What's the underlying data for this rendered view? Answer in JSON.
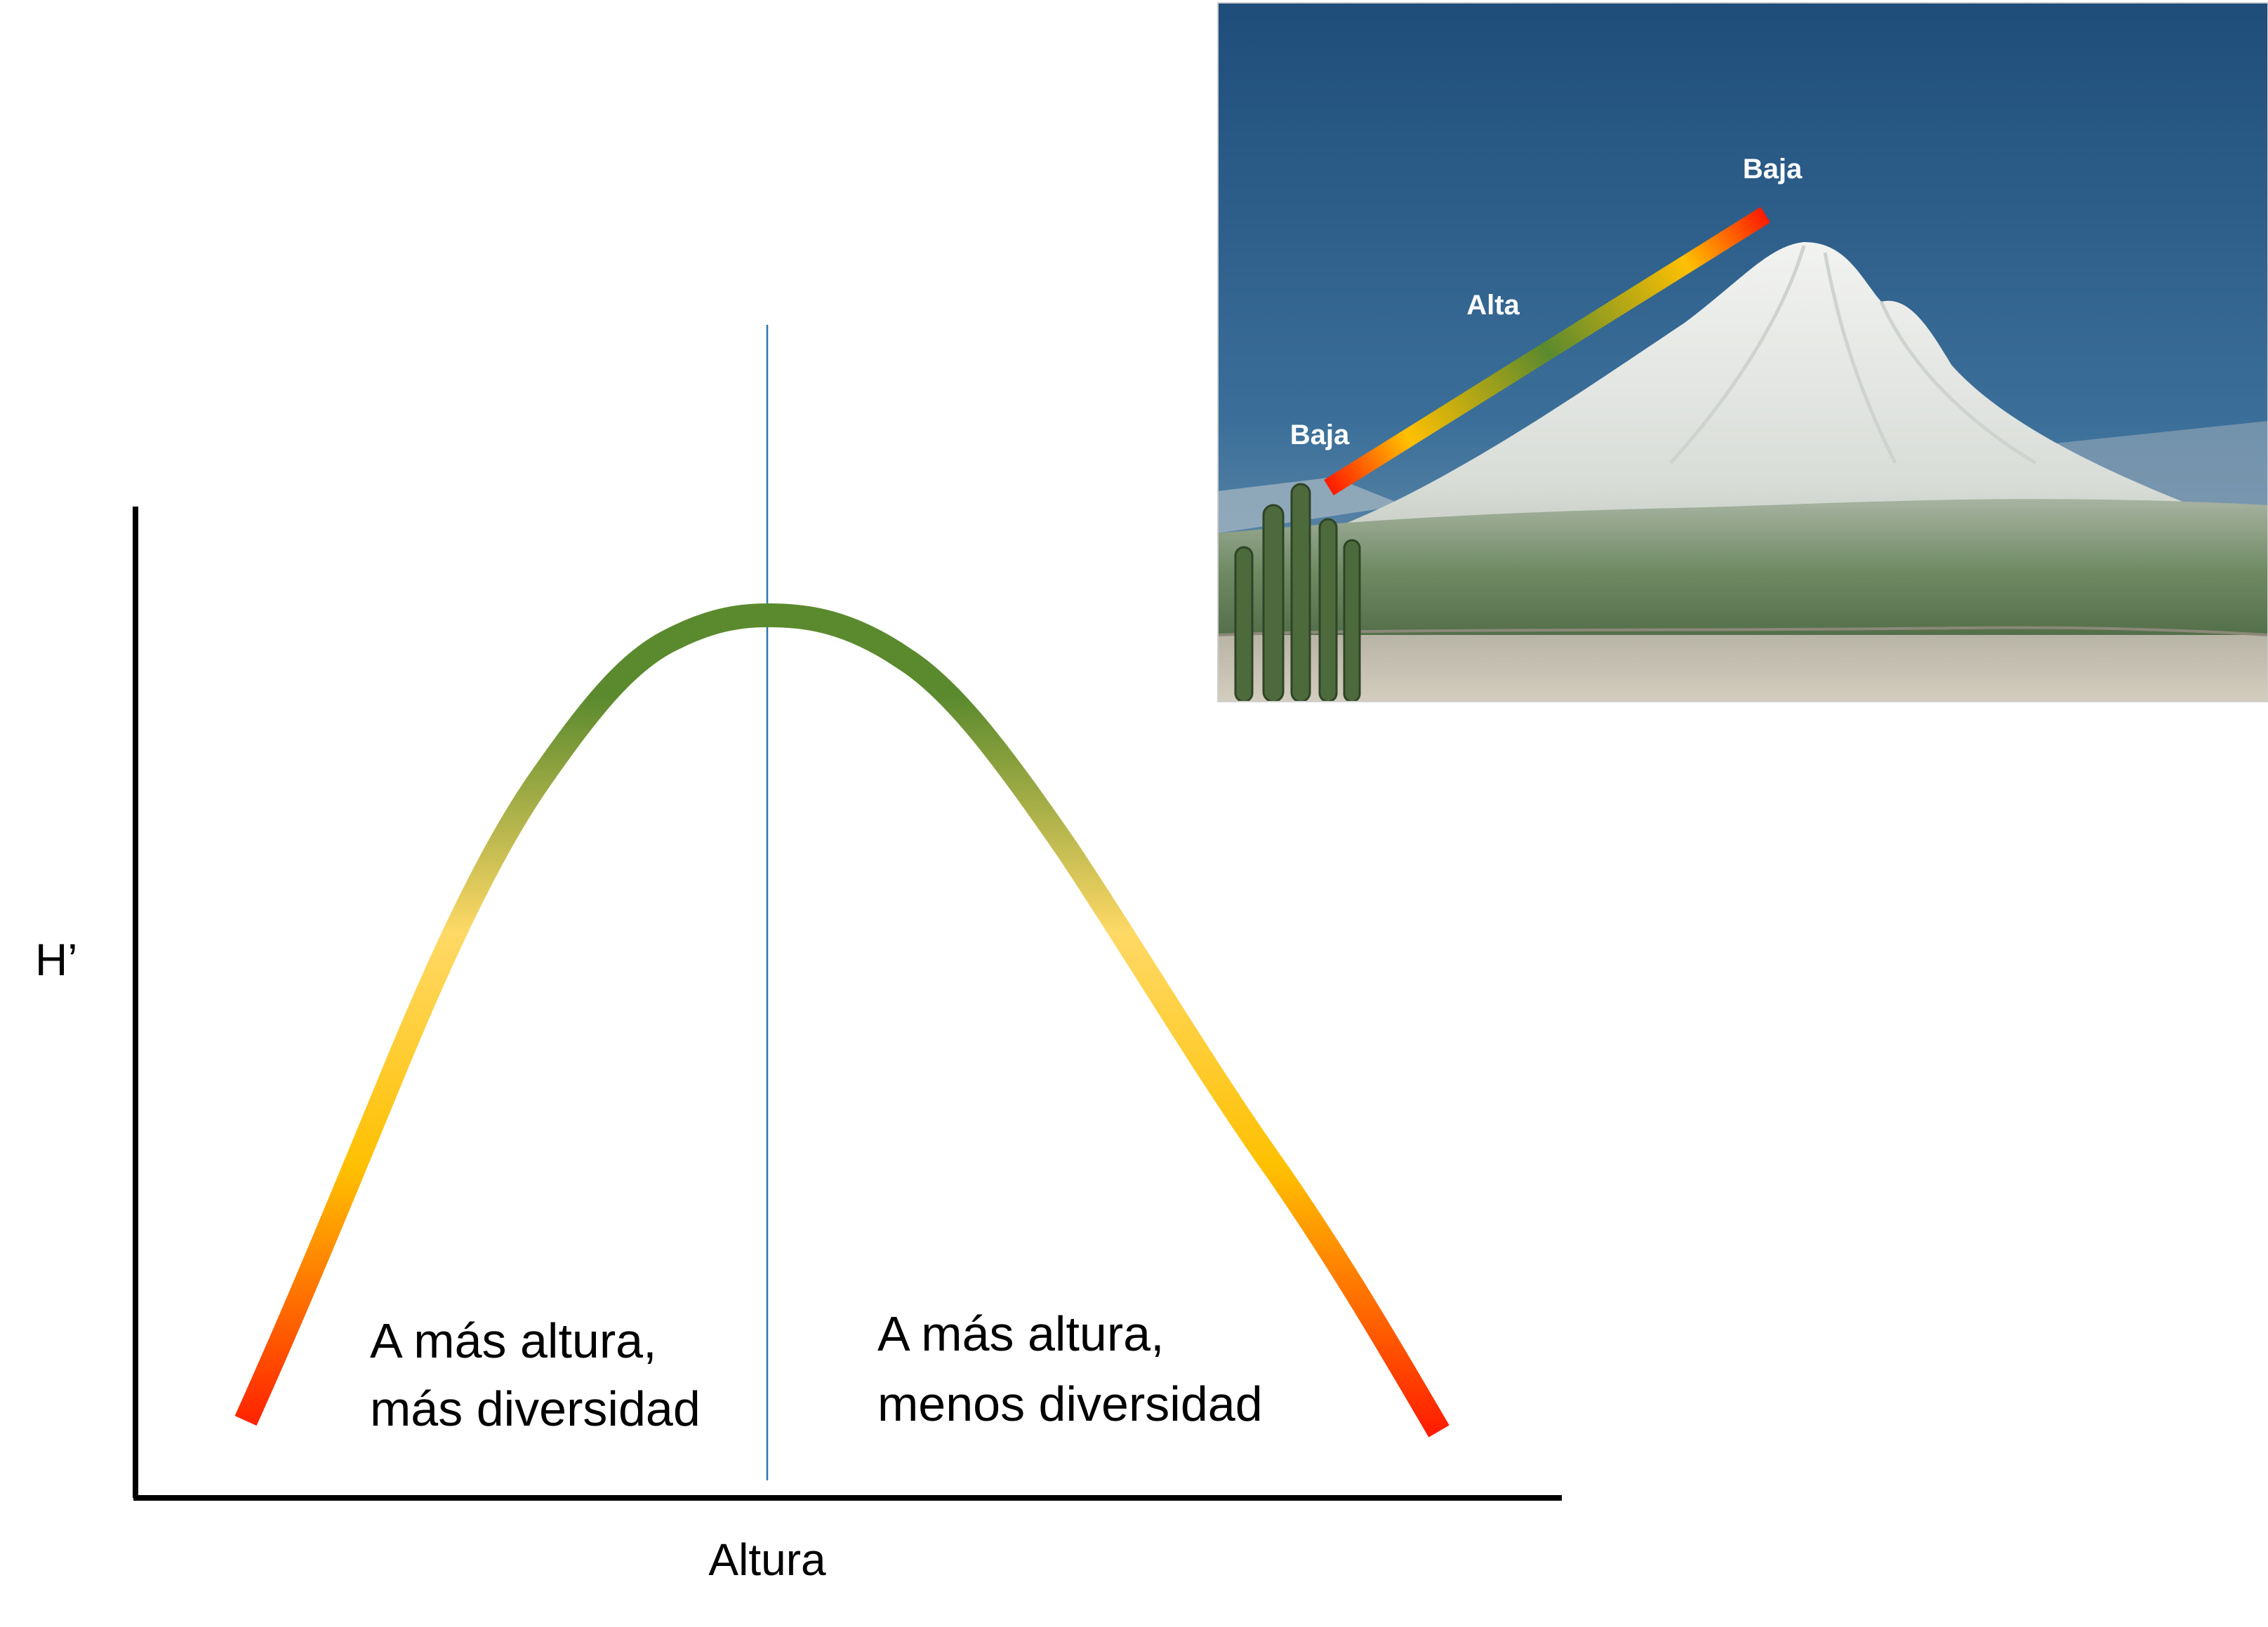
{
  "axes": {
    "y_label": "H’",
    "x_label": "Altura"
  },
  "zones": {
    "left": {
      "line1": "A más altura,",
      "line2": "más diversidad"
    },
    "right": {
      "line1": "A más altura,",
      "line2": "menos diversidad"
    }
  },
  "mountain_panel": {
    "labels": {
      "top": "Baja",
      "middle": "Alta",
      "bottom": "Baja"
    }
  },
  "colors": {
    "low": "#ff1a00",
    "mid_low": "#ffc000",
    "mid": "#ffd966",
    "high": "#5b8a2e",
    "divider": "#2e75b6",
    "axis": "#000000"
  }
}
